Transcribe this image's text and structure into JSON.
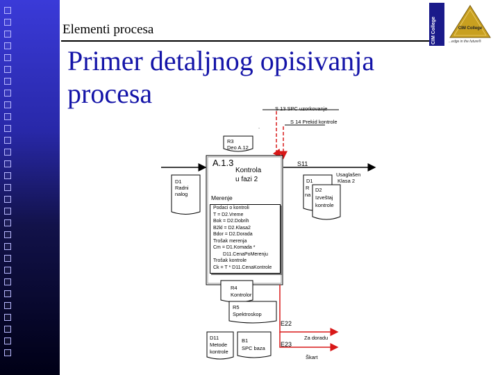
{
  "slide": {
    "kicker": "Elementi procesa",
    "title": "Primer detaljnog opisivanja procesa"
  },
  "logo": {
    "vertical_text": "CIM College",
    "triangle_text": "CIM College",
    "tagline": "...edge in the future®"
  },
  "diagram": {
    "controls": {
      "s13": "S 13  SPC uzorkovanje",
      "s14": "S 14 Prekid kontrole",
      "dot": "."
    },
    "r3": {
      "line1": "R3",
      "line2": "Deo A.12"
    },
    "activity": {
      "code": "A.1.3",
      "name_line1": "Kontrola",
      "name_line2": "u fazi 2",
      "sub": "Merenje"
    },
    "s11": "S11",
    "d1_left": {
      "line1": "D1",
      "line2": "Radni",
      "line3": "nalog"
    },
    "output_right": {
      "line1": "Usaglašen",
      "line2": "Klasa 2"
    },
    "d1_right": {
      "line1": "D1",
      "line2": "R",
      "line3": "na"
    },
    "d2": {
      "line1": "D2",
      "line2": "Izveštaj",
      "line3": "kontrole"
    },
    "detail": [
      "Podaci o kontroli",
      "T = D2.Vreme",
      "Bok = D2.Dobrih",
      "B2kl = D2.Klasa2",
      "Bdor = D2.Dorada",
      "Trošak merenja",
      "Cm = D1.Komada *",
      "D11.CenaPoMerenju",
      "Trošak kontrole",
      "Ck = T * D11.CenaKontrole"
    ],
    "r4": {
      "line1": "R4",
      "line2": "Kontrolor"
    },
    "r5": {
      "line1": "R5",
      "line2": "Spektroskop"
    },
    "e22": "E22",
    "e22_label": "Za doradu",
    "e23": "E23",
    "e23_label": "Škart",
    "d11": {
      "line1": "D11",
      "line2": "Metode",
      "line3": "kontrole"
    },
    "b1": {
      "line1": "B1",
      "line2": "SPC baza"
    }
  },
  "colors": {
    "title_blue": "#1414a8",
    "arrow_red": "#d81818",
    "strip_top": "#3a3ad8",
    "strip_bottom": "#000016",
    "logo_gold": "#c8a020"
  }
}
